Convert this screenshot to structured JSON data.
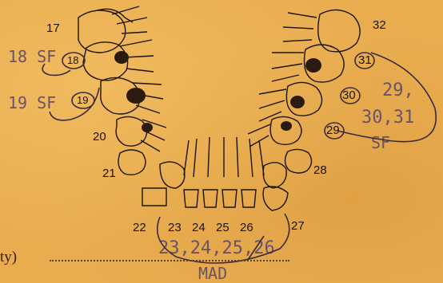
{
  "tooth_numbers": {
    "n17": "17",
    "n18": "18",
    "n19": "19",
    "n20": "20",
    "n21": "21",
    "n22": "22",
    "n23": "23",
    "n24": "24",
    "n25": "25",
    "n26": "26",
    "n27": "27",
    "n28": "28",
    "n29": "29",
    "n30": "30",
    "n31": "31",
    "n32": "32"
  },
  "annotations": {
    "left_18": "18 SF",
    "left_19": "19 SF",
    "right_block_line1": "29,",
    "right_block_line2": "30,31",
    "right_block_line3": "SF",
    "bottom_line": "23,24,25,26",
    "bottom_code": "MAD"
  },
  "field_label": "ty)",
  "colors": {
    "paper": "#e9ad50",
    "ink": "#1c1408",
    "annotation": "#6a5268"
  }
}
